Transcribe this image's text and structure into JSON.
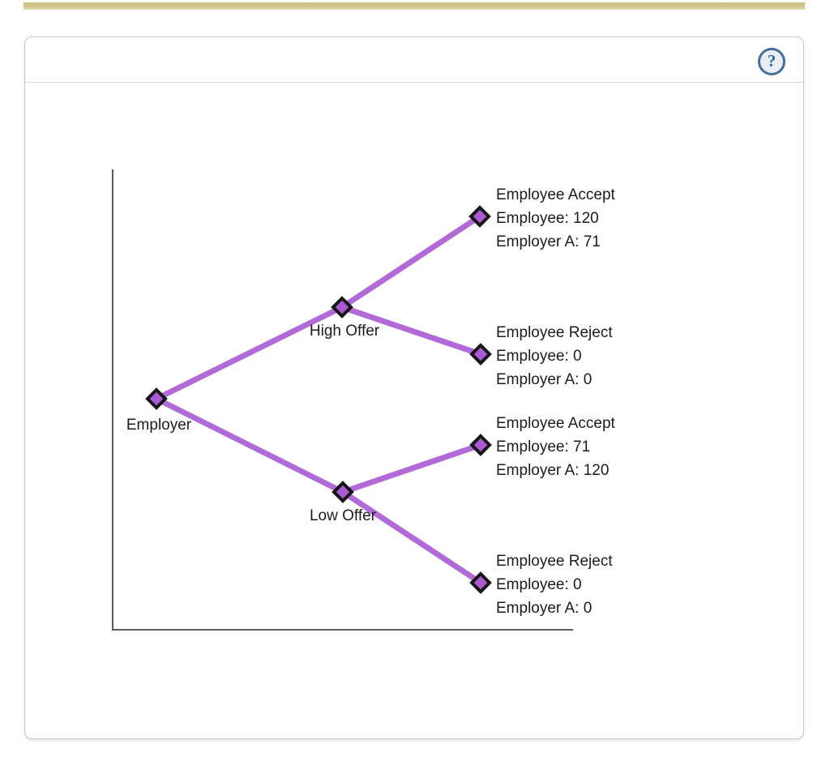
{
  "help": {
    "label": "?"
  },
  "colors": {
    "top_bar": "#d3c68c",
    "edge_purple": "#b36ad9",
    "node_fill": "#aa58d4",
    "node_border": "#161616",
    "axis_gray": "#5c5c5c",
    "help_blue": "#2a69a5"
  },
  "tree": {
    "root": {
      "label": "Employer"
    },
    "branches": [
      {
        "label": "High Offer",
        "outcomes": [
          {
            "label": "Employee Accept",
            "payoffs": [
              "Employee: 120",
              "Employer A: 71"
            ]
          },
          {
            "label": "Employee Reject",
            "payoffs": [
              "Employee: 0",
              "Employer A: 0"
            ]
          }
        ]
      },
      {
        "label": "Low Offer",
        "outcomes": [
          {
            "label": "Employee Accept",
            "payoffs": [
              "Employee: 71",
              "Employer A: 120"
            ]
          },
          {
            "label": "Employee Reject",
            "payoffs": [
              "Employee: 0",
              "Employer A: 0"
            ]
          }
        ]
      }
    ]
  }
}
